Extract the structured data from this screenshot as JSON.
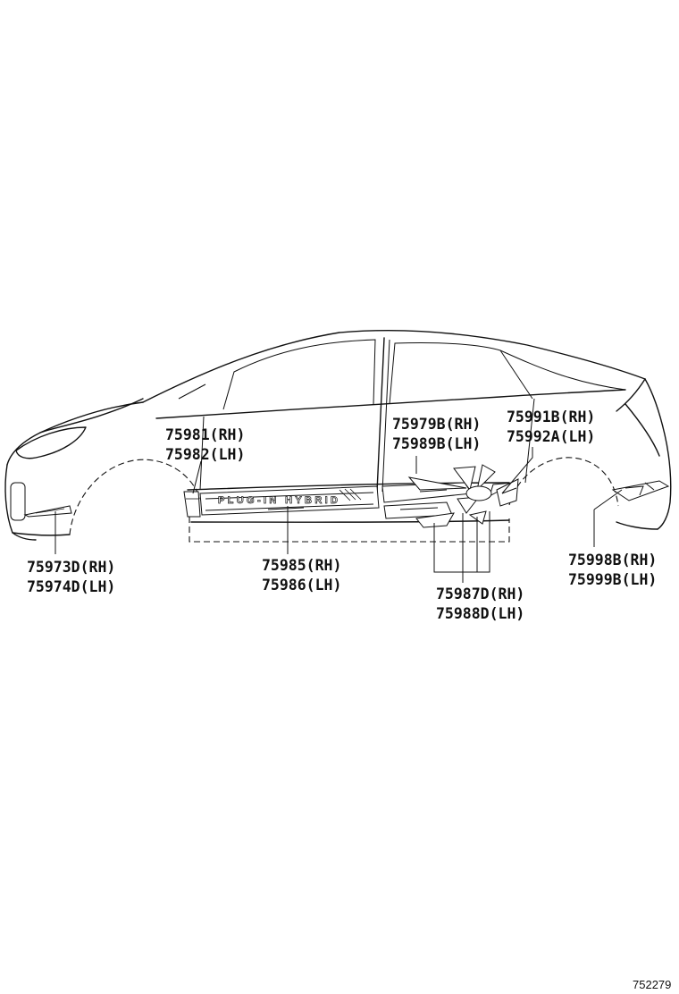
{
  "callouts": {
    "rocker_sticker": {
      "rh": "75981(RH)",
      "lh": "75982(LH)"
    },
    "front_bumper_sticker": {
      "rh": "75973D(RH)",
      "lh": "75974D(LH)"
    },
    "side_stripe": {
      "rh": "75985(RH)",
      "lh": "75986(LH)"
    },
    "rear_door_stripe": {
      "rh": "75979B(RH)",
      "lh": "75989B(LH)"
    },
    "rear_quarter_stripe": {
      "rh": "75991B(RH)",
      "lh": "75992A(LH)"
    },
    "lower_stripe": {
      "rh": "75987D(RH)",
      "lh": "75988D(LH)"
    },
    "rear_bumper_sticker": {
      "rh": "75998B(RH)",
      "lh": "75999B(LH)"
    }
  },
  "decal_text": "PLUG-IN HYBRID",
  "figure_ref": "752279"
}
